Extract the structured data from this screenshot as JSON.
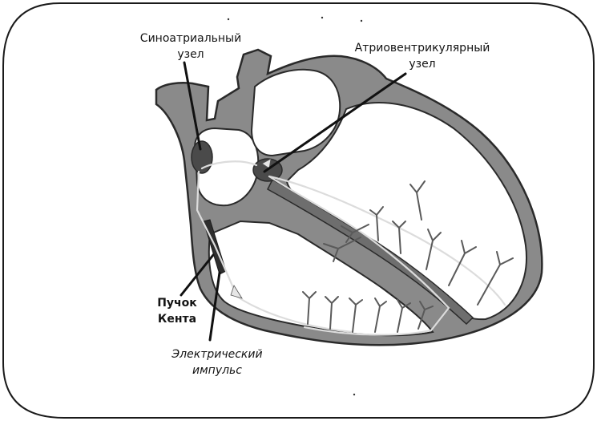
{
  "labels": {
    "sinoatrial_node": {
      "line1": "Синоатриальный",
      "line2": "узел"
    },
    "av_node": {
      "line1": "Атриовентрикулярный",
      "line2": "узел"
    },
    "kent_bundle": {
      "line1": "Пучок",
      "line2": "Кента"
    },
    "electric_impulse": {
      "line1": "Электрический",
      "line2": "импульс"
    }
  },
  "colors": {
    "heart_wall": "#8a8a8a",
    "heart_outline": "#2a2a2a",
    "node_fill": "#4a4a4a",
    "conduction_path": "#dcdcdc",
    "frame": "#1a1a1a"
  }
}
